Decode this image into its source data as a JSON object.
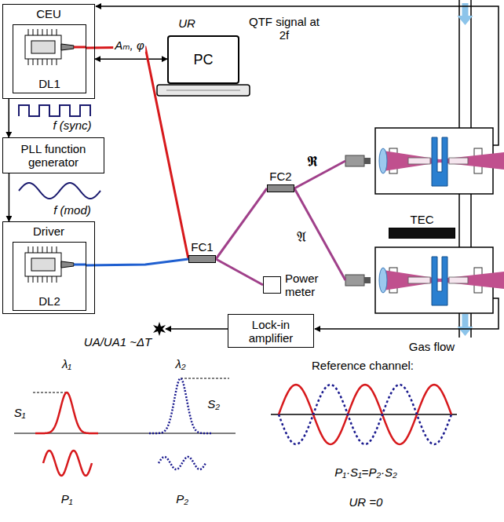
{
  "diagram": {
    "nodes": [
      {
        "text": [
          "CEU"
        ]
      },
      {
        "text": [
          "DL1"
        ],
        "in": 0
      },
      {
        "text": [
          "PC"
        ]
      },
      {
        "text": [
          "PLL function generator"
        ]
      },
      {
        "text": [
          "Driver"
        ]
      },
      {
        "text": [
          "DL2"
        ],
        "in": 4
      },
      {
        "text": [
          "FC1"
        ]
      },
      {
        "text": [
          "FC2"
        ]
      },
      {
        "text": [
          "Power meter"
        ]
      },
      {
        "text": [
          "Lock-in amplifier"
        ]
      },
      {
        "text": [
          "TEC"
        ]
      }
    ],
    "edges": [
      {
        "from": 0,
        "to": 3,
        "arrow": "to",
        "label": "f (sync)"
      },
      {
        "from": 3,
        "to": 4,
        "arrow": "to",
        "label": "f (mod)"
      },
      {
        "from": 0,
        "to": 2,
        "arrow": "both",
        "label": "Aₘ, φ"
      },
      {
        "from": 1,
        "to": 6,
        "arrow": "none"
      },
      {
        "from": 5,
        "to": 6,
        "arrow": "none"
      },
      {
        "from": 6,
        "to": 7,
        "arrow": "none"
      },
      {
        "from": 6,
        "to": 8,
        "arrow": "none"
      }
    ],
    "labels": [
      "UR",
      "QTF signal at 2f",
      "𝕽",
      "𝔄",
      "Gas flow",
      "UA/UA1 ~ΔT",
      "λ₁",
      "λ₂",
      "S₁",
      "S₂",
      "P₁",
      "P₂",
      "Reference channel:",
      "P₁·S₁=P₂·S₂",
      "UR =0"
    ]
  }
}
